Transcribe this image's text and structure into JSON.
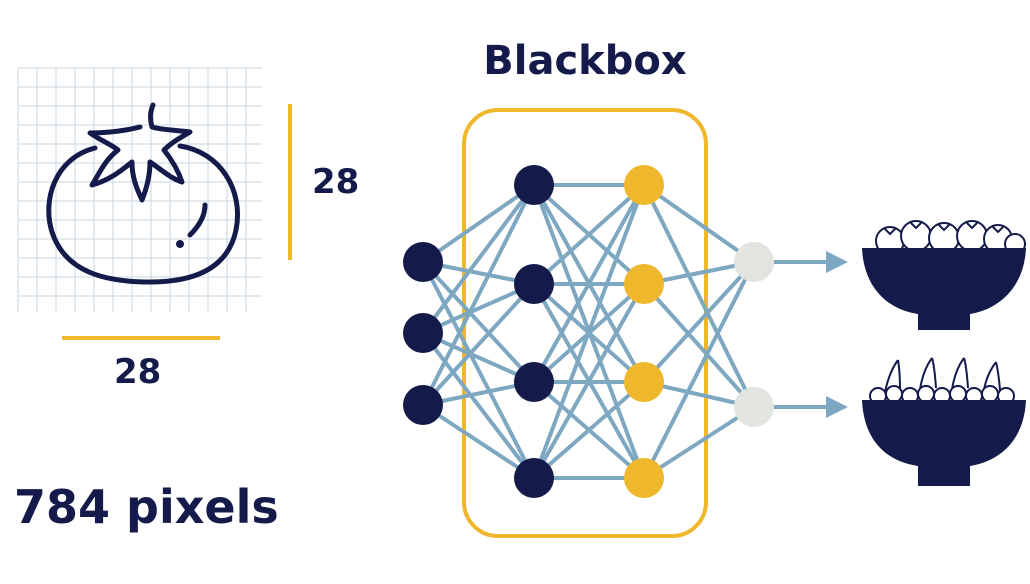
{
  "title": "Blackbox",
  "input": {
    "height": "28",
    "width": "28",
    "pixel_count": "784 pixels"
  },
  "icons": [
    "tomato-icon",
    "bowl-of-tomatoes-icon",
    "bowl-of-cherries-icon"
  ],
  "colors": {
    "navy": "#141a4a",
    "gold": "#efb82c",
    "grey_node": "#e1e4df",
    "edge": "#7ea7c1",
    "grid": "#c9d7e2"
  },
  "network": {
    "input_nodes": 3,
    "hidden1_nodes": 4,
    "hidden2_nodes": 4,
    "output_nodes": 2
  }
}
